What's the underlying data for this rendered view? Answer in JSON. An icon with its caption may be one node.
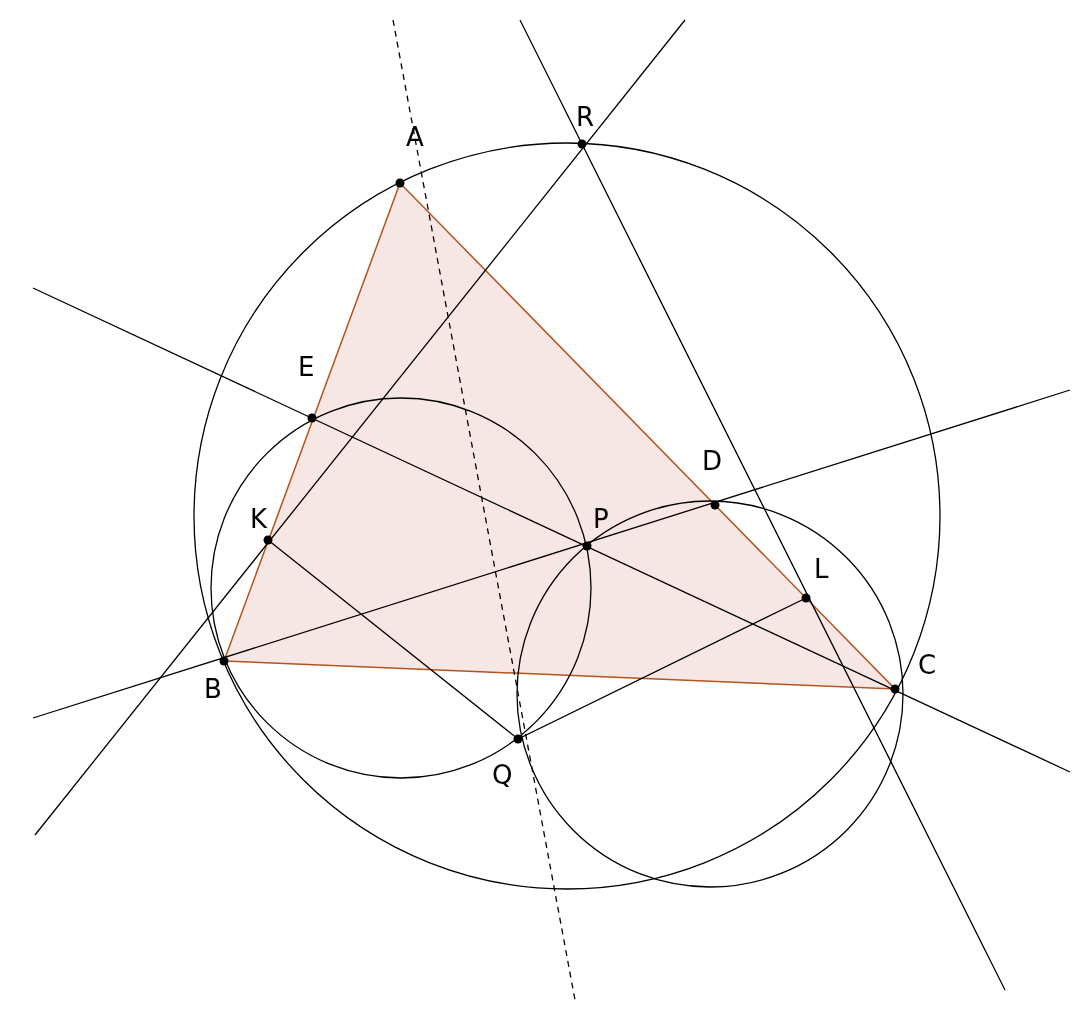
{
  "diagram": {
    "labels": [
      "R",
      "A",
      "E",
      "D",
      "K",
      "P",
      "L",
      "C",
      "B",
      "Q"
    ]
  }
}
